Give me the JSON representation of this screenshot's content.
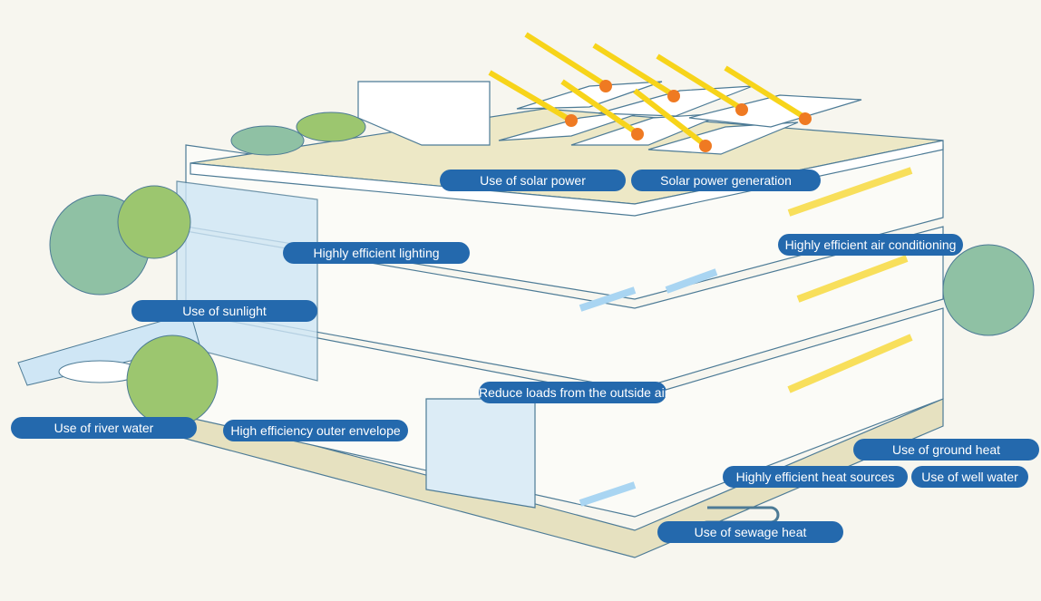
{
  "colors": {
    "label_bg": "#2469ad",
    "label_text": "#ffffff",
    "sun_arrow": "#f7d41a",
    "arrow_head": "#ef7a22",
    "tree": "#8fc1a4",
    "air_flow": "#a9d5f2",
    "background": "#f7f6ef"
  },
  "labels": {
    "solar_power": "Use of solar power",
    "solar_generation": "Solar power generation",
    "lighting": "Highly efficient lighting",
    "air_conditioning": "Highly efficient air conditioning",
    "sunlight": "Use of sunlight",
    "outside_air": "Reduce loads from the outside air",
    "river_water": "Use of river water",
    "outer_envelope": "High efficiency outer envelope",
    "ground_heat": "Use of ground heat",
    "heat_sources": "Highly efficient heat sources",
    "well_water": "Use of well water",
    "sewage_heat": "Use of sewage heat"
  }
}
